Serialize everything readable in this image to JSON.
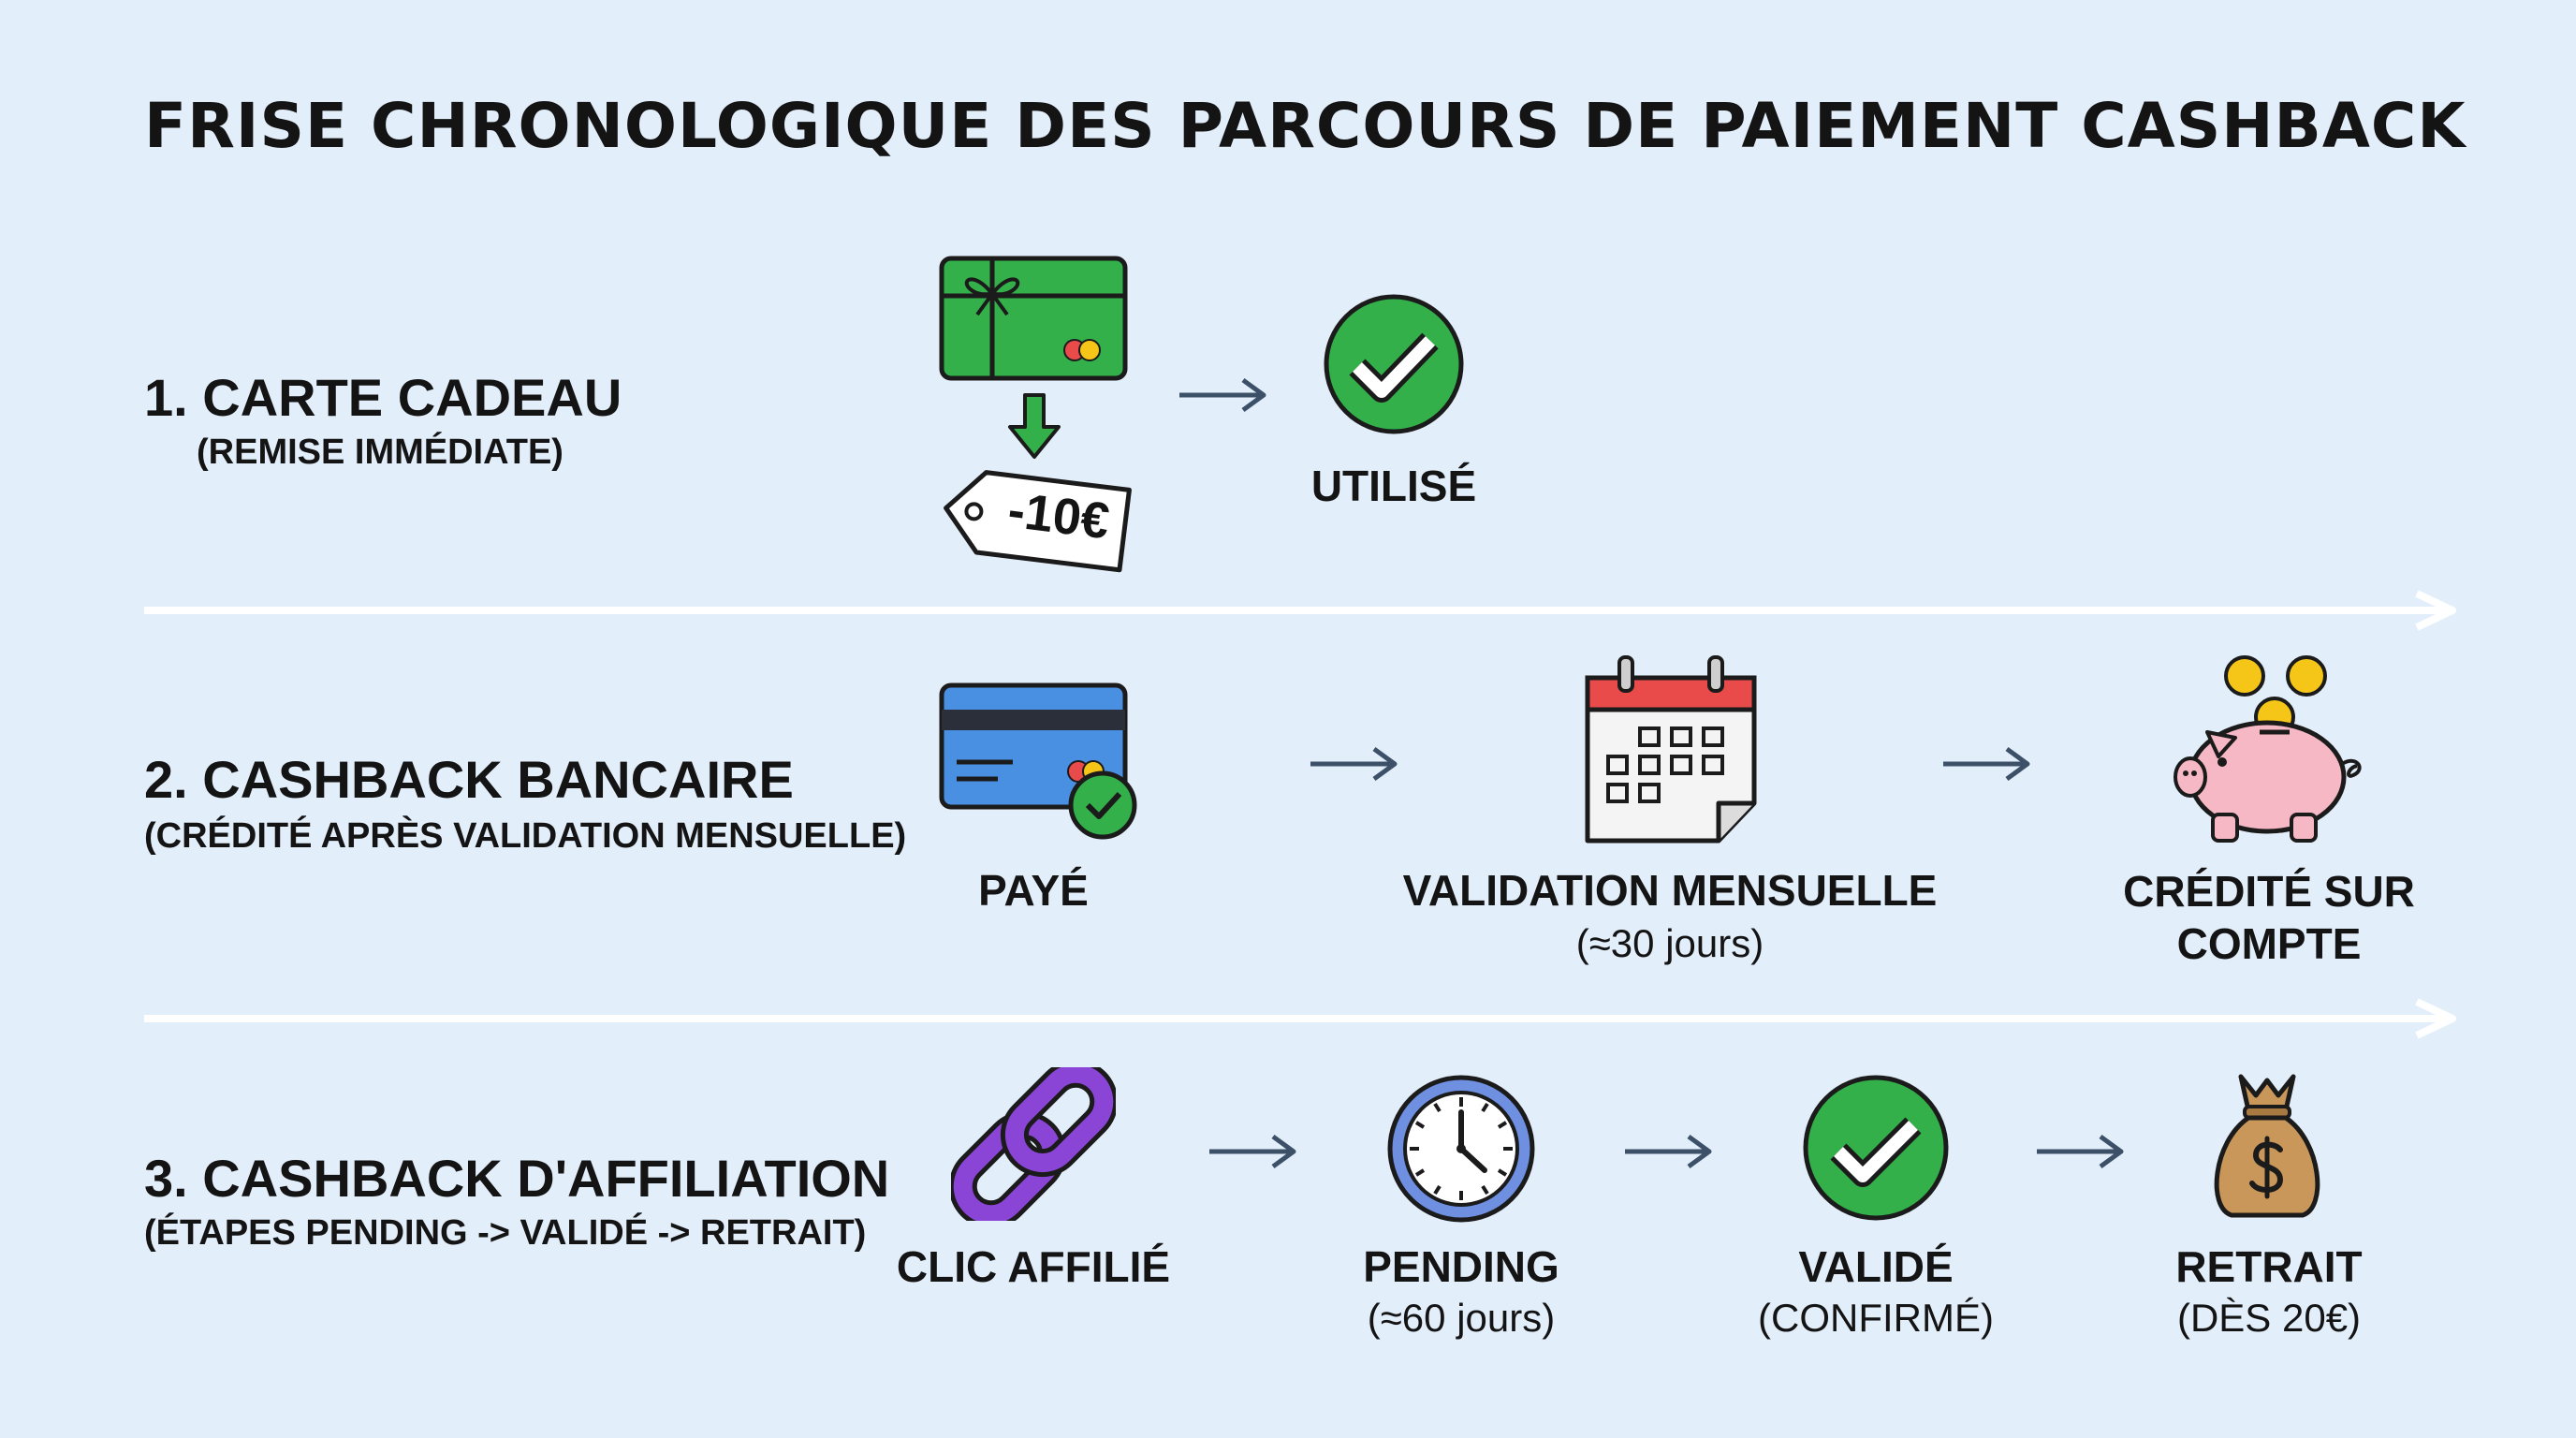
{
  "title": "FRISE CHRONOLOGIQUE DES PARCOURS DE PAIEMENT CASHBACK",
  "rows": [
    {
      "label": "1. CARTE CADEAU",
      "sub": "(REMISE IMMÉDIATE)",
      "discount_tag": "-10€",
      "steps": [
        {
          "label": "UTILISÉ",
          "icon": "check-circle-icon"
        }
      ]
    },
    {
      "label": "2. CASHBACK BANCAIRE",
      "sub": "(CRÉDITÉ APRÈS VALIDATION MENSUELLE)",
      "steps": [
        {
          "label": "PAYÉ",
          "icon": "credit-card-icon"
        },
        {
          "label": "VALIDATION MENSUELLE",
          "sub": "(≈30 jours)",
          "icon": "calendar-icon"
        },
        {
          "label": "CRÉDITÉ SUR COMPTE",
          "icon": "piggy-bank-icon"
        }
      ]
    },
    {
      "label": "3. CASHBACK D'AFFILIATION",
      "sub": "(ÉTAPES PENDING -> VALIDÉ -> RETRAIT)",
      "steps": [
        {
          "label": "CLIC AFFILIÉ",
          "icon": "link-icon"
        },
        {
          "label": "PENDING",
          "sub": "(≈60 jours)",
          "icon": "clock-icon"
        },
        {
          "label": "VALIDÉ",
          "sub": "(CONFIRMÉ)",
          "icon": "check-circle-icon"
        },
        {
          "label": "RETRAIT",
          "sub": "(DÈS 20€)",
          "icon": "money-bag-icon"
        }
      ]
    }
  ],
  "colors": {
    "background": "#e3eefb",
    "green": "#33b04a",
    "blue_card": "#4a90e2",
    "purple": "#8b45d6",
    "pink": "#f5b8c4",
    "gold": "#f5c518",
    "bag": "#c9975a",
    "red_calendar": "#e94b4b",
    "arrow": "#3c5068"
  }
}
